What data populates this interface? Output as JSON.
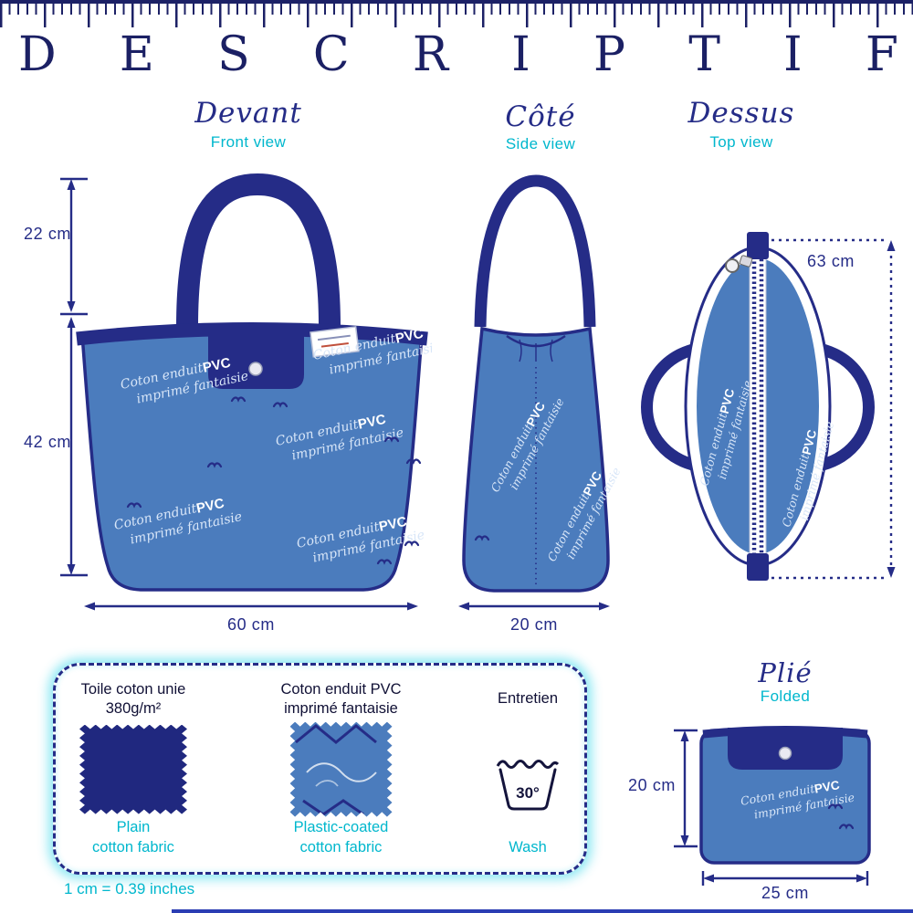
{
  "header": {
    "letters": [
      "D",
      "E",
      "S",
      "C",
      "R",
      "I",
      "P",
      "T",
      "I",
      "F"
    ]
  },
  "views": {
    "front": {
      "title": "Devant",
      "subtitle": "Front view",
      "dims": {
        "handle": "22 cm",
        "height": "42 cm",
        "width": "60 cm"
      }
    },
    "side": {
      "title": "Côté",
      "subtitle": "Side view",
      "dims": {
        "width": "20 cm"
      }
    },
    "top": {
      "title": "Dessus",
      "subtitle": "Top view",
      "dims": {
        "length": "63 cm"
      }
    },
    "folded": {
      "title": "Plié",
      "subtitle": "Folded",
      "dims": {
        "height": "20 cm",
        "width": "25 cm"
      }
    }
  },
  "pattern": {
    "cursive1": "Coton enduit",
    "pvc": "PVC",
    "cursive2": "imprimé fantaisie"
  },
  "materials": {
    "plain": {
      "title_line1": "Toile coton  unie",
      "title_line2": "380g/m²",
      "caption_line1": "Plain",
      "caption_line2": "cotton fabric"
    },
    "coated": {
      "title_line1": "Coton enduit PVC",
      "title_line2": "imprimé fantaisie",
      "caption_line1": "Plastic-coated",
      "caption_line2": "cotton fabric"
    },
    "care": {
      "title": "Entretien",
      "temp": "30°",
      "caption": "Wash"
    }
  },
  "footer": {
    "conversion": "1 cm = 0.39 inches"
  },
  "colors": {
    "navy": "#252c87",
    "blue": "#4b7cbd",
    "cyan": "#00b7cd"
  }
}
